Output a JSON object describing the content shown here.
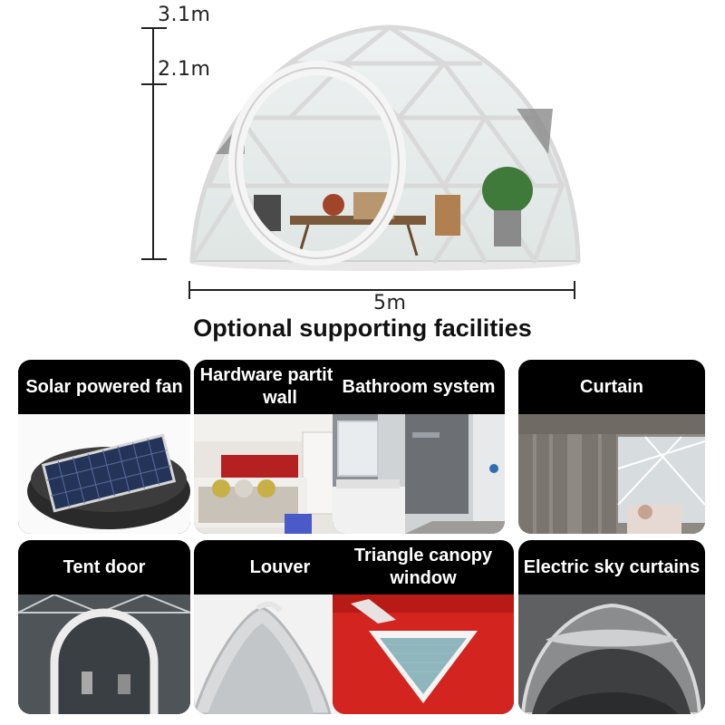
{
  "dimensions": {
    "height_total": "3.1m",
    "height_wall": "2.1m",
    "diameter": "5m"
  },
  "heading": "Optional supporting facilities",
  "facilities": [
    {
      "label": "Solar powered fan",
      "icon": "solar-fan-icon"
    },
    {
      "label": "Hardware partition wall",
      "icon": "partition-wall-icon"
    },
    {
      "label": "Bathroom system",
      "icon": "bathroom-icon"
    },
    {
      "label": "Curtain",
      "icon": "curtain-icon"
    },
    {
      "label": "Tent door",
      "icon": "tent-door-icon"
    },
    {
      "label": "Louver",
      "icon": "louver-icon"
    },
    {
      "label": "Triangle canopy window",
      "icon": "triangle-window-icon"
    },
    {
      "label": "Electric sky curtains",
      "icon": "sky-curtain-icon"
    }
  ],
  "colors": {
    "card_background": "#000000",
    "label_text": "#ffffff",
    "dimension_line": "#222222"
  }
}
